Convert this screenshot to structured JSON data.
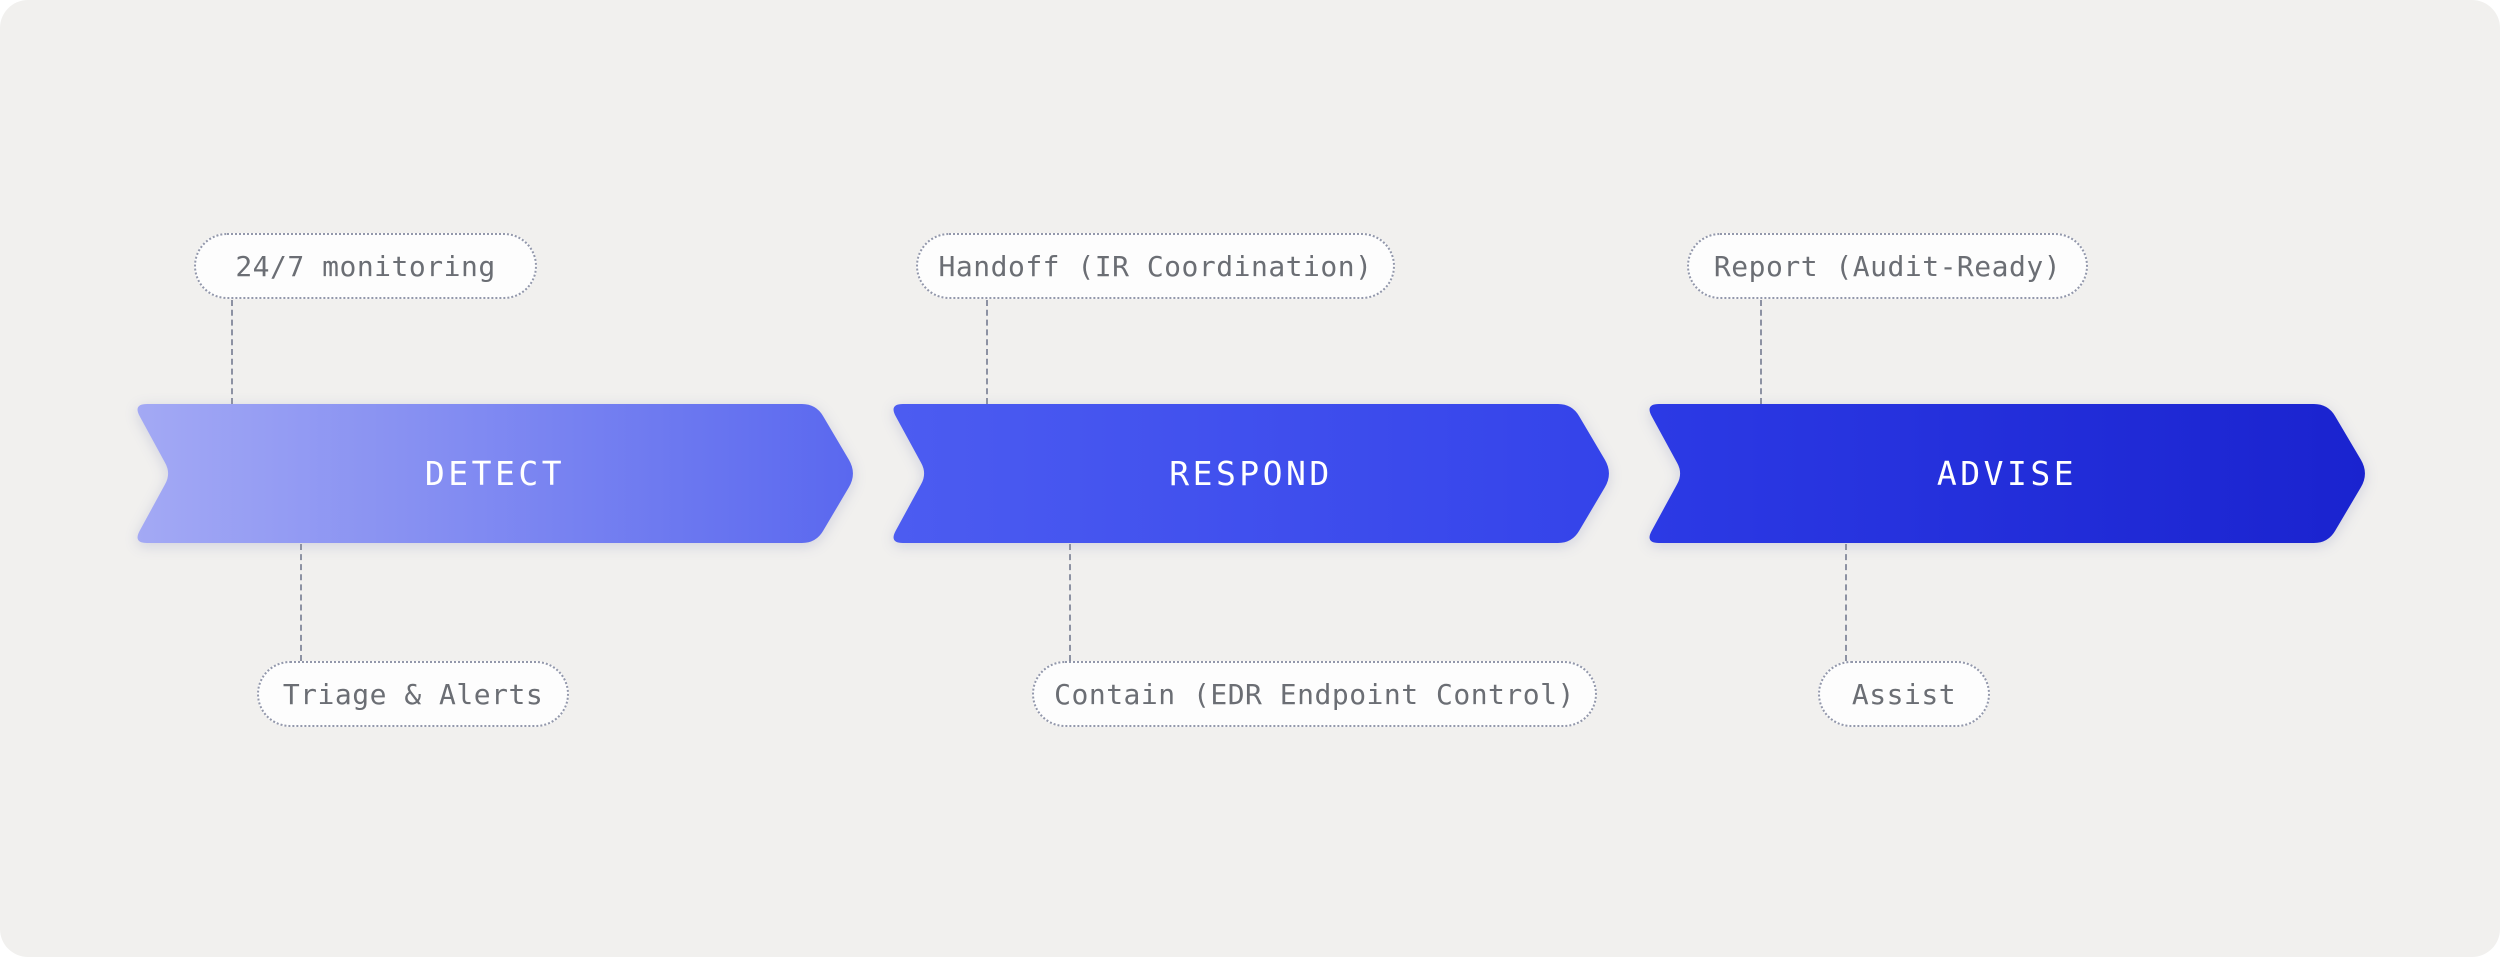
{
  "canvas": {
    "background_color": "#f1f0ee",
    "page_color": "#ffffff"
  },
  "steps": [
    {
      "label": "DETECT",
      "top_tag": "24/7 monitoring",
      "bottom_tag": "Triage & Alerts",
      "gradient_start": "#a3a9f4",
      "gradient_end": "#5a68ef"
    },
    {
      "label": "RESPOND",
      "top_tag": "Handoff (IR Coordination)",
      "bottom_tag": "Contain (EDR Endpoint Control)",
      "gradient_start": "#4c5cf1",
      "gradient_end": "#3443ea"
    },
    {
      "label": "ADVISE",
      "top_tag": "Report (Audit-Ready)",
      "bottom_tag": "Assist",
      "gradient_start": "#2c3ae5",
      "gradient_end": "#1a23cf"
    }
  ],
  "tag_style": {
    "text_color": "#6b6e74",
    "border_color": "#9398ab",
    "background_color": "#fdfdfd"
  },
  "label_text_color": "#ffffff"
}
